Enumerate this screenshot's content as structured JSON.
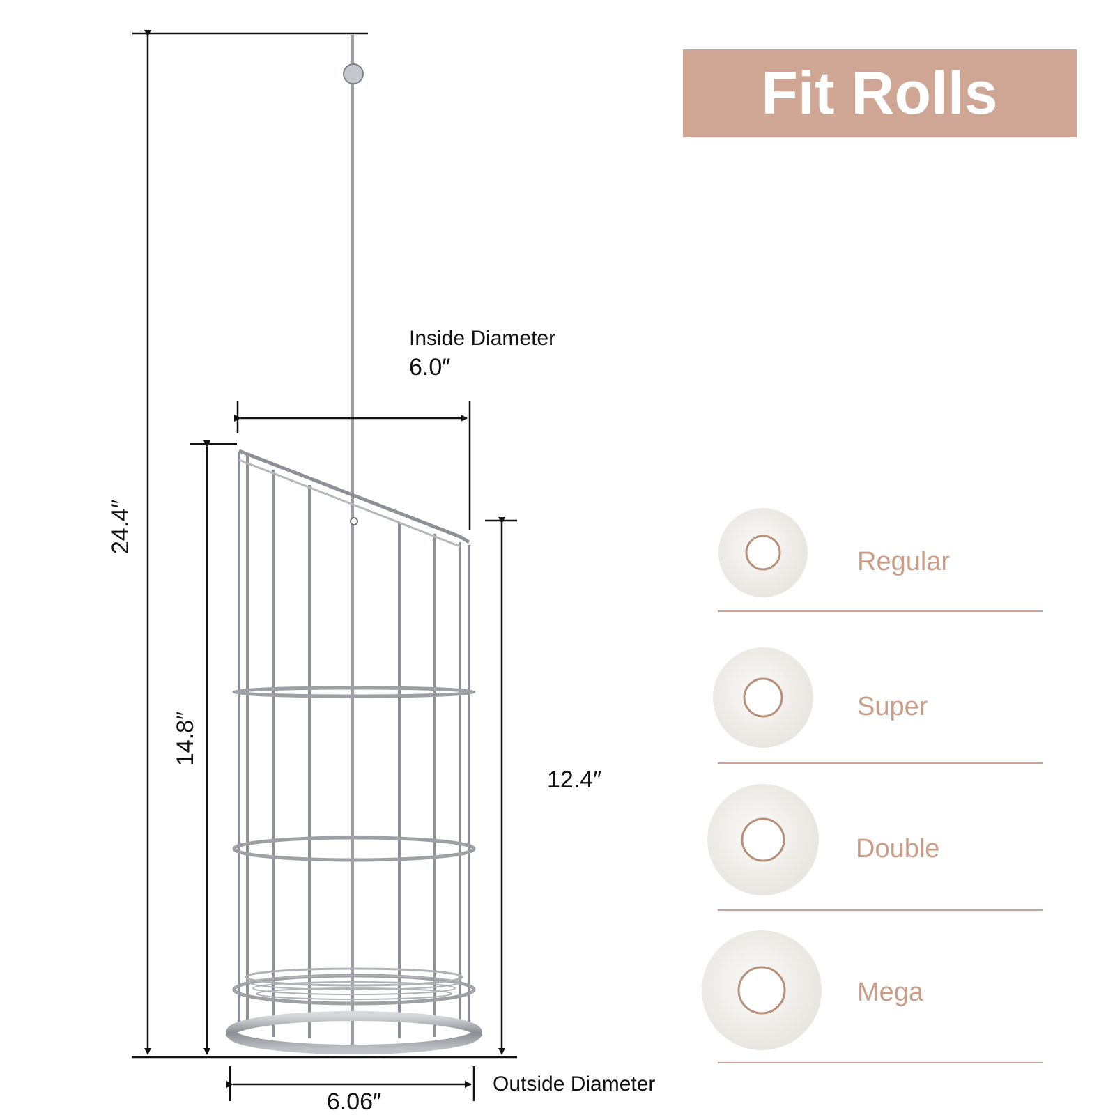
{
  "banner": {
    "title": "Fit Rolls"
  },
  "dimensions": {
    "overall_height": "24.4″",
    "basket_height": "14.8″",
    "front_height": "12.4″",
    "inside_diameter_label": "Inside Diameter",
    "inside_diameter_value": "6.0″",
    "outside_diameter_label": "Outside Diameter",
    "outside_diameter_value": "6.06″"
  },
  "rolls": [
    {
      "name": "Regular"
    },
    {
      "name": "Super"
    },
    {
      "name": "Double"
    },
    {
      "name": "Mega"
    }
  ],
  "colors": {
    "accent": "#cfa593",
    "roll_text": "#c99d87",
    "divider": "#c9a597",
    "metal": "#8f9398",
    "roll_fill": "#f3f1ee",
    "roll_core": "#b8907a"
  }
}
